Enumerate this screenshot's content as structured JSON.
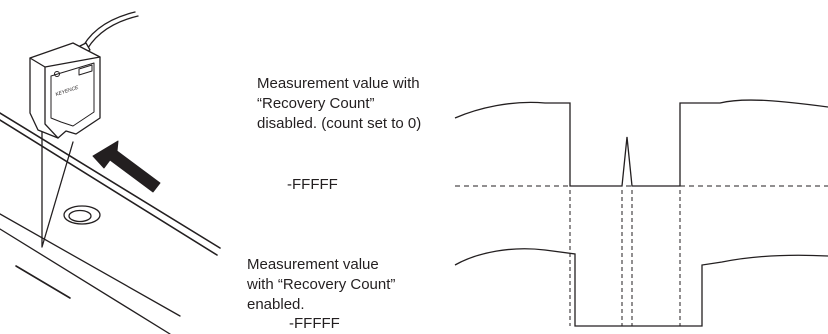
{
  "labels": {
    "disabled": [
      "Measurement value with",
      "“Recovery Count”",
      "disabled. (count set to 0)"
    ],
    "enabled": [
      "Measurement value",
      "with “Recovery Count”",
      "enabled."
    ],
    "ffffff_top": "-FFFFF",
    "ffffff_bottom": "-FFFFF"
  },
  "sensor": {
    "brand": "KEYENCE"
  },
  "colors": {
    "line": "#231f20",
    "background": "#ffffff",
    "sensor_fill": "#ffffff"
  }
}
